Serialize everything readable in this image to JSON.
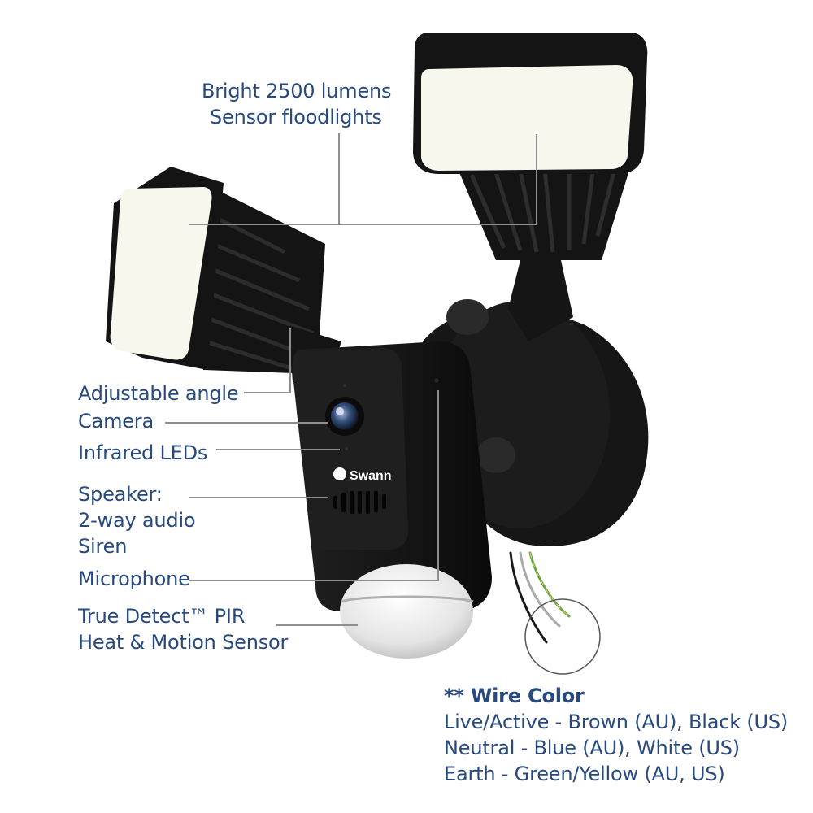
{
  "product": {
    "brand_logo": "Swann",
    "colors": {
      "label_text": "#27497f",
      "body": "#141414",
      "light_panel": "#f8f7ee",
      "leader_line": "#8f8f8f"
    }
  },
  "callouts": {
    "floodlights": {
      "line1": "Bright 2500 lumens",
      "line2": "Sensor floodlights"
    },
    "adjustable_angle": "Adjustable angle",
    "camera": "Camera",
    "infrared": "Infrared LEDs",
    "speaker": {
      "line1": "Speaker:",
      "line2": "2-way audio",
      "line3": "Siren"
    },
    "microphone": "Microphone",
    "pir": {
      "line1": "True Detect™ PIR",
      "line2": "Heat & Motion Sensor"
    }
  },
  "wire_info": {
    "title": "** Wire Color",
    "lines": [
      "Live/Active - Brown (AU), Black (US)",
      "Neutral - Blue (AU), White (US)",
      "Earth - Green/Yellow (AU, US)"
    ]
  }
}
